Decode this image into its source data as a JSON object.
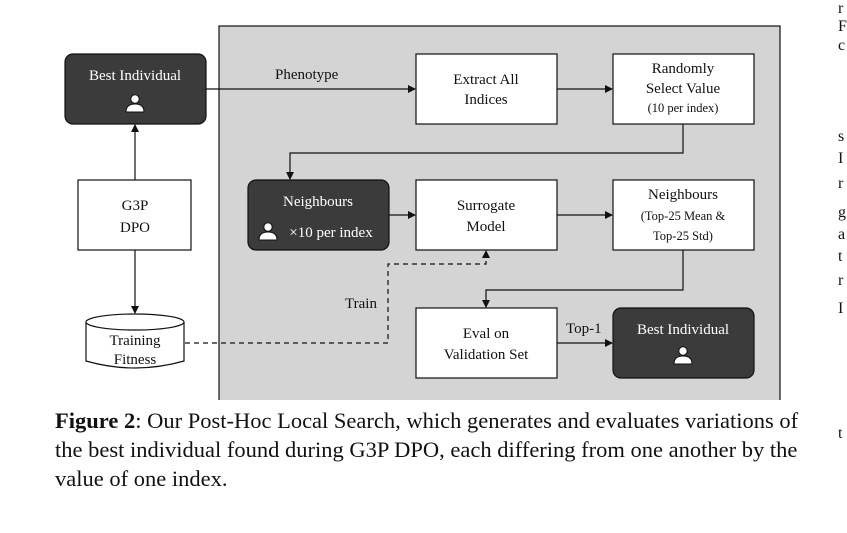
{
  "diagram": {
    "nodes": {
      "best_individual_top": "Best Individual",
      "g3p_line1": "G3P",
      "g3p_line2": "DPO",
      "training_line1": "Training",
      "training_line2": "Fitness",
      "extract_line1": "Extract All",
      "extract_line2": "Indices",
      "random_line1": "Randomly",
      "random_line2": "Select Value",
      "random_line3": "(10 per index)",
      "neighbours_title": "Neighbours",
      "neighbours_sub": "×10 per index",
      "surrogate_line1": "Surrogate",
      "surrogate_line2": "Model",
      "neighbours2_line1": "Neighbours",
      "neighbours2_line2": "(Top-25 Mean &",
      "neighbours2_line3": "Top-25 Std)",
      "eval_line1": "Eval on",
      "eval_line2": "Validation Set",
      "best_individual_bottom": "Best Individual"
    },
    "edge_labels": {
      "phenotype": "Phenotype",
      "train": "Train",
      "top1": "Top-1"
    },
    "icons": [
      "person-icon"
    ]
  },
  "caption": {
    "label": "Figure 2",
    "text": ": Our Post-Hoc Local Search, which generates and evaluates variations of the best individual found during G3P DPO, each differing from one another by the value of one index."
  },
  "margin_fragments": [
    "r",
    "F",
    "c",
    "s",
    "I",
    "r",
    "g",
    "a",
    "t",
    "r",
    "I",
    "t"
  ]
}
